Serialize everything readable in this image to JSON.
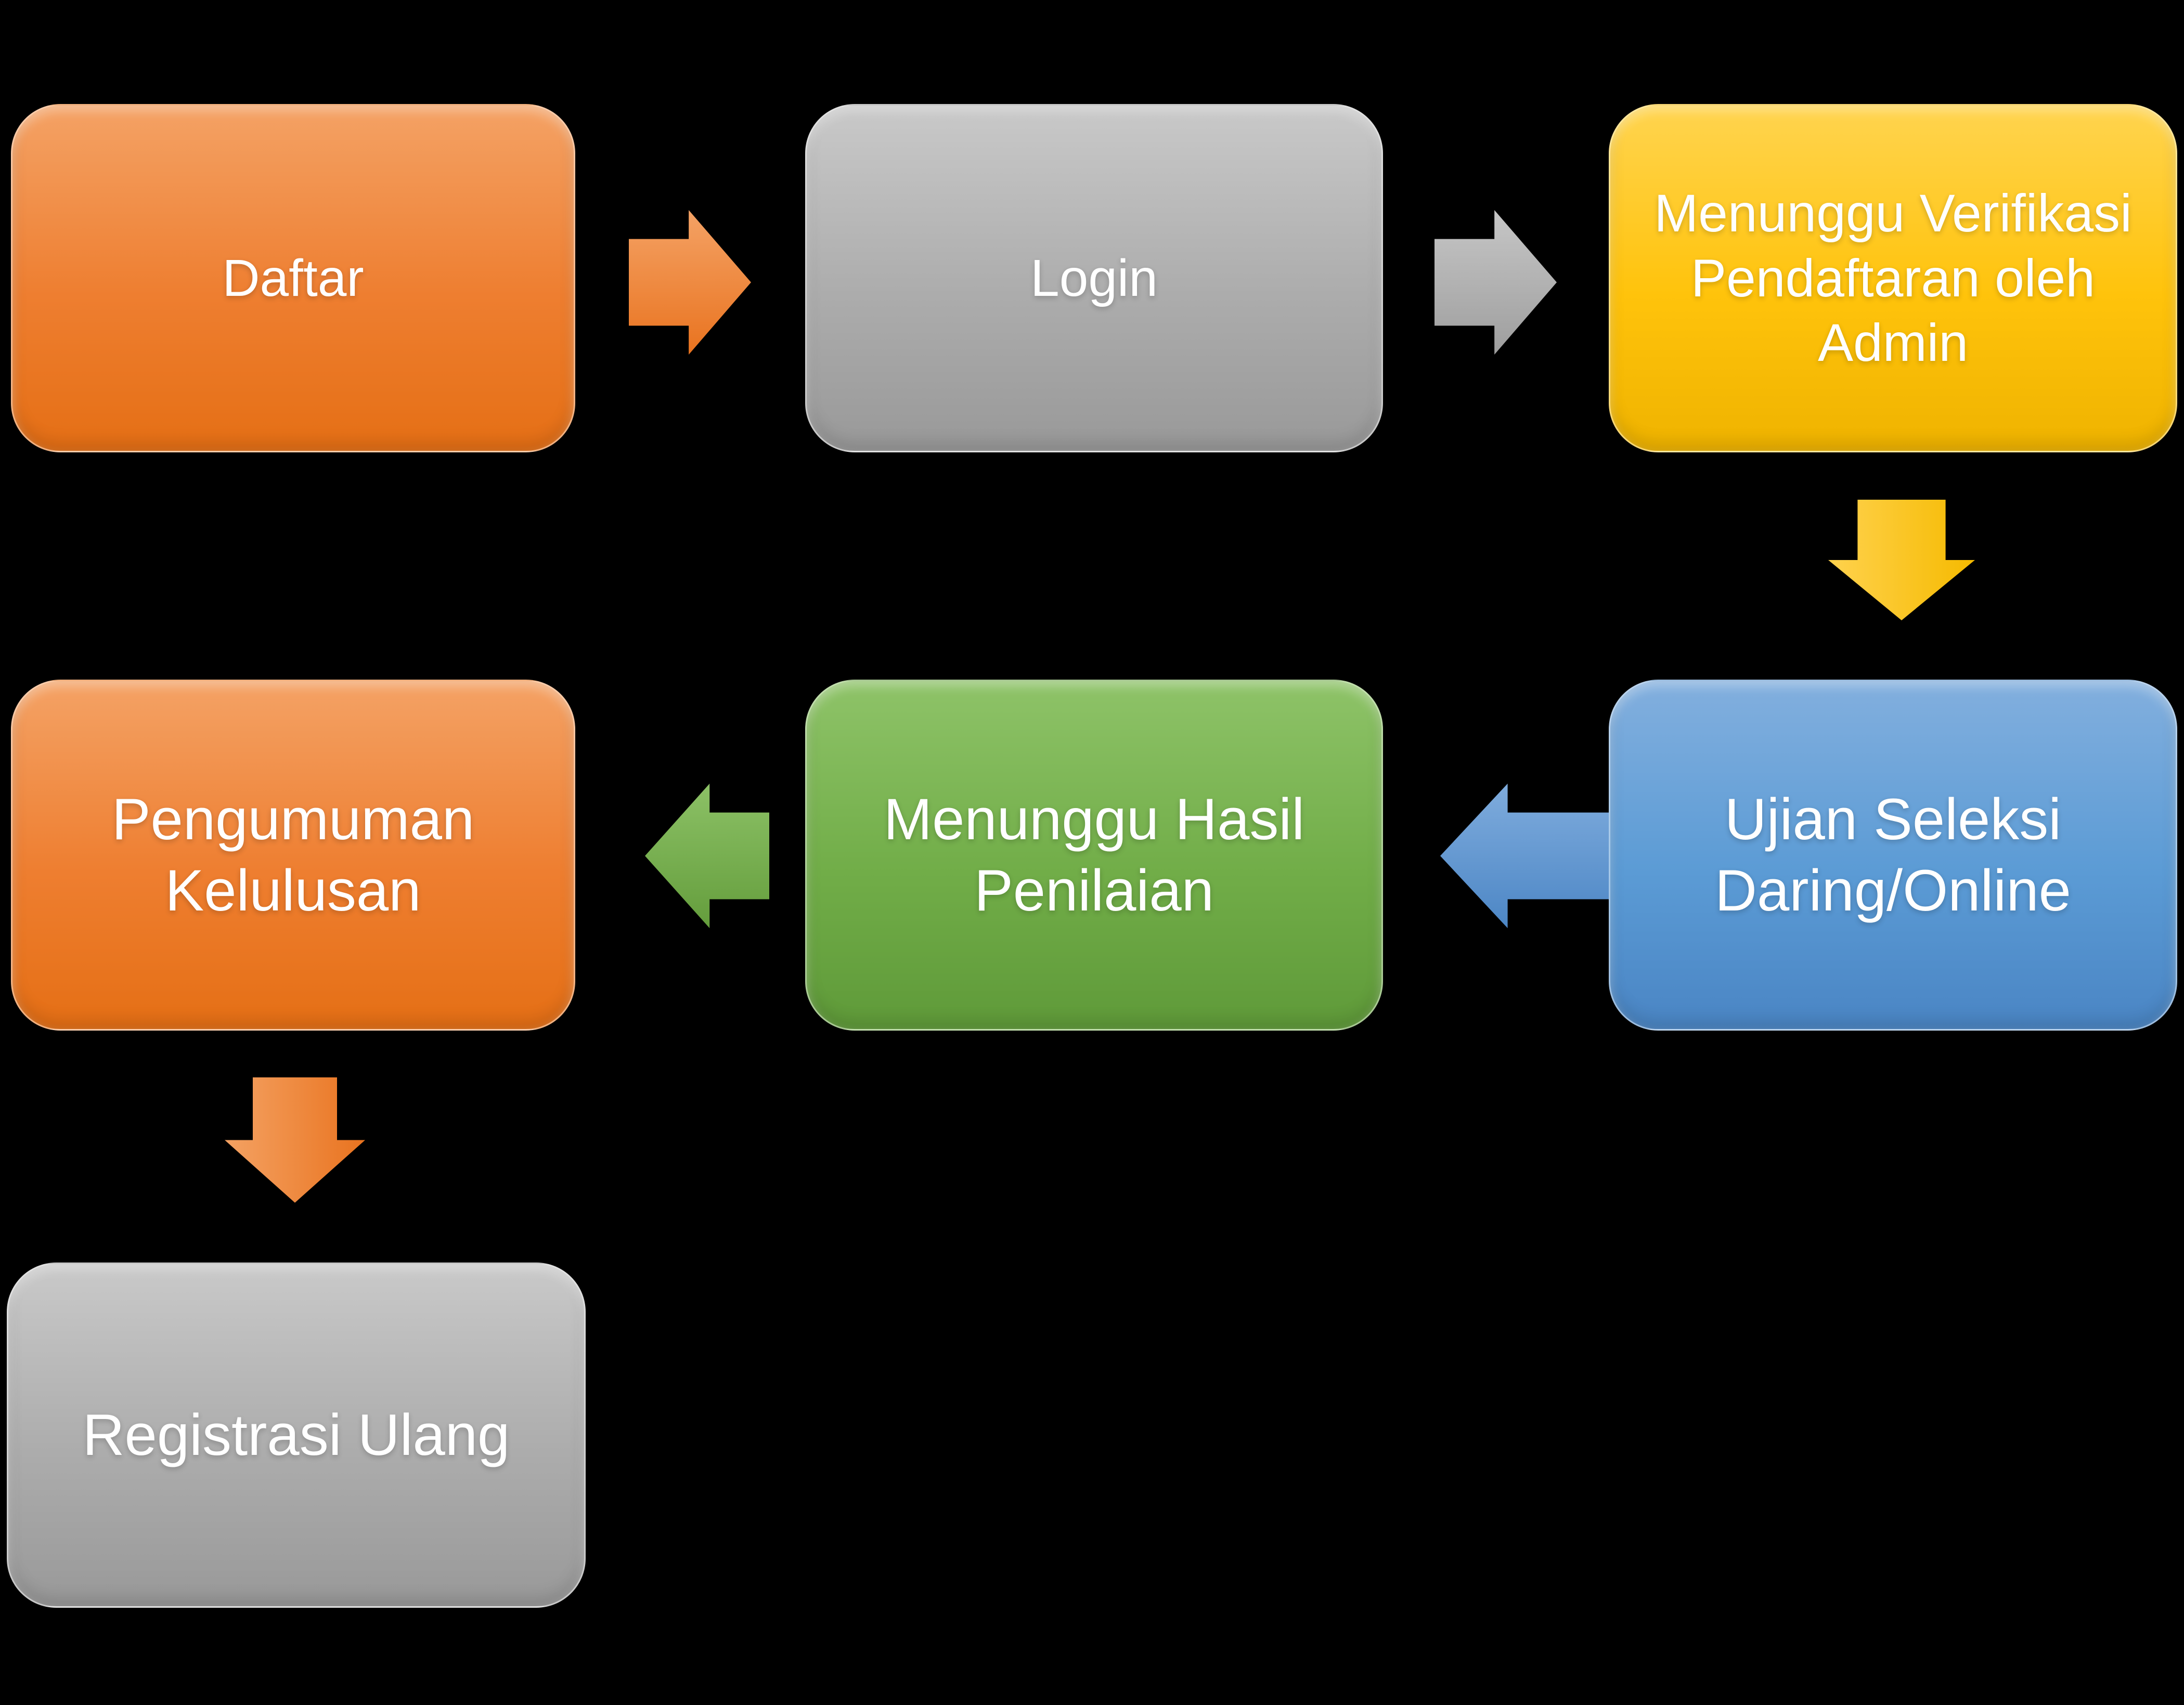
{
  "diagram": {
    "background_color": "#000000",
    "text_color": "#FFFFFF",
    "nodes": [
      {
        "id": "daftar",
        "label": "Daftar",
        "color": "#ED7D31",
        "row": 1
      },
      {
        "id": "login",
        "label": "Login",
        "color": "#A5A5A5",
        "row": 1
      },
      {
        "id": "verifikasi",
        "label": "Menunggu Verifikasi Pendaftaran oleh Admin",
        "color": "#FFC000",
        "row": 1
      },
      {
        "id": "ujian",
        "label": "Ujian Seleksi Daring/Online",
        "color": "#5B9BD5",
        "row": 2
      },
      {
        "id": "hasil",
        "label": "Menunggu Hasil Penilaian",
        "color": "#70AD47",
        "row": 2
      },
      {
        "id": "pengumuman",
        "label": "Pengumuman Kelulusan",
        "color": "#ED7D31",
        "row": 2
      },
      {
        "id": "registrasi",
        "label": "Registrasi Ulang",
        "color": "#A5A5A5",
        "row": 3
      }
    ],
    "connectors": [
      {
        "from": "daftar",
        "to": "login",
        "direction": "right",
        "color": "#ED7D31"
      },
      {
        "from": "login",
        "to": "verifikasi",
        "direction": "right",
        "color": "#A5A5A5"
      },
      {
        "from": "verifikasi",
        "to": "ujian",
        "direction": "down",
        "color": "#FFC000"
      },
      {
        "from": "ujian",
        "to": "hasil",
        "direction": "left",
        "color": "#5B9BD5"
      },
      {
        "from": "hasil",
        "to": "pengumuman",
        "direction": "left",
        "color": "#70AD47"
      },
      {
        "from": "pengumuman",
        "to": "registrasi",
        "direction": "down",
        "color": "#ED7D31"
      }
    ]
  }
}
